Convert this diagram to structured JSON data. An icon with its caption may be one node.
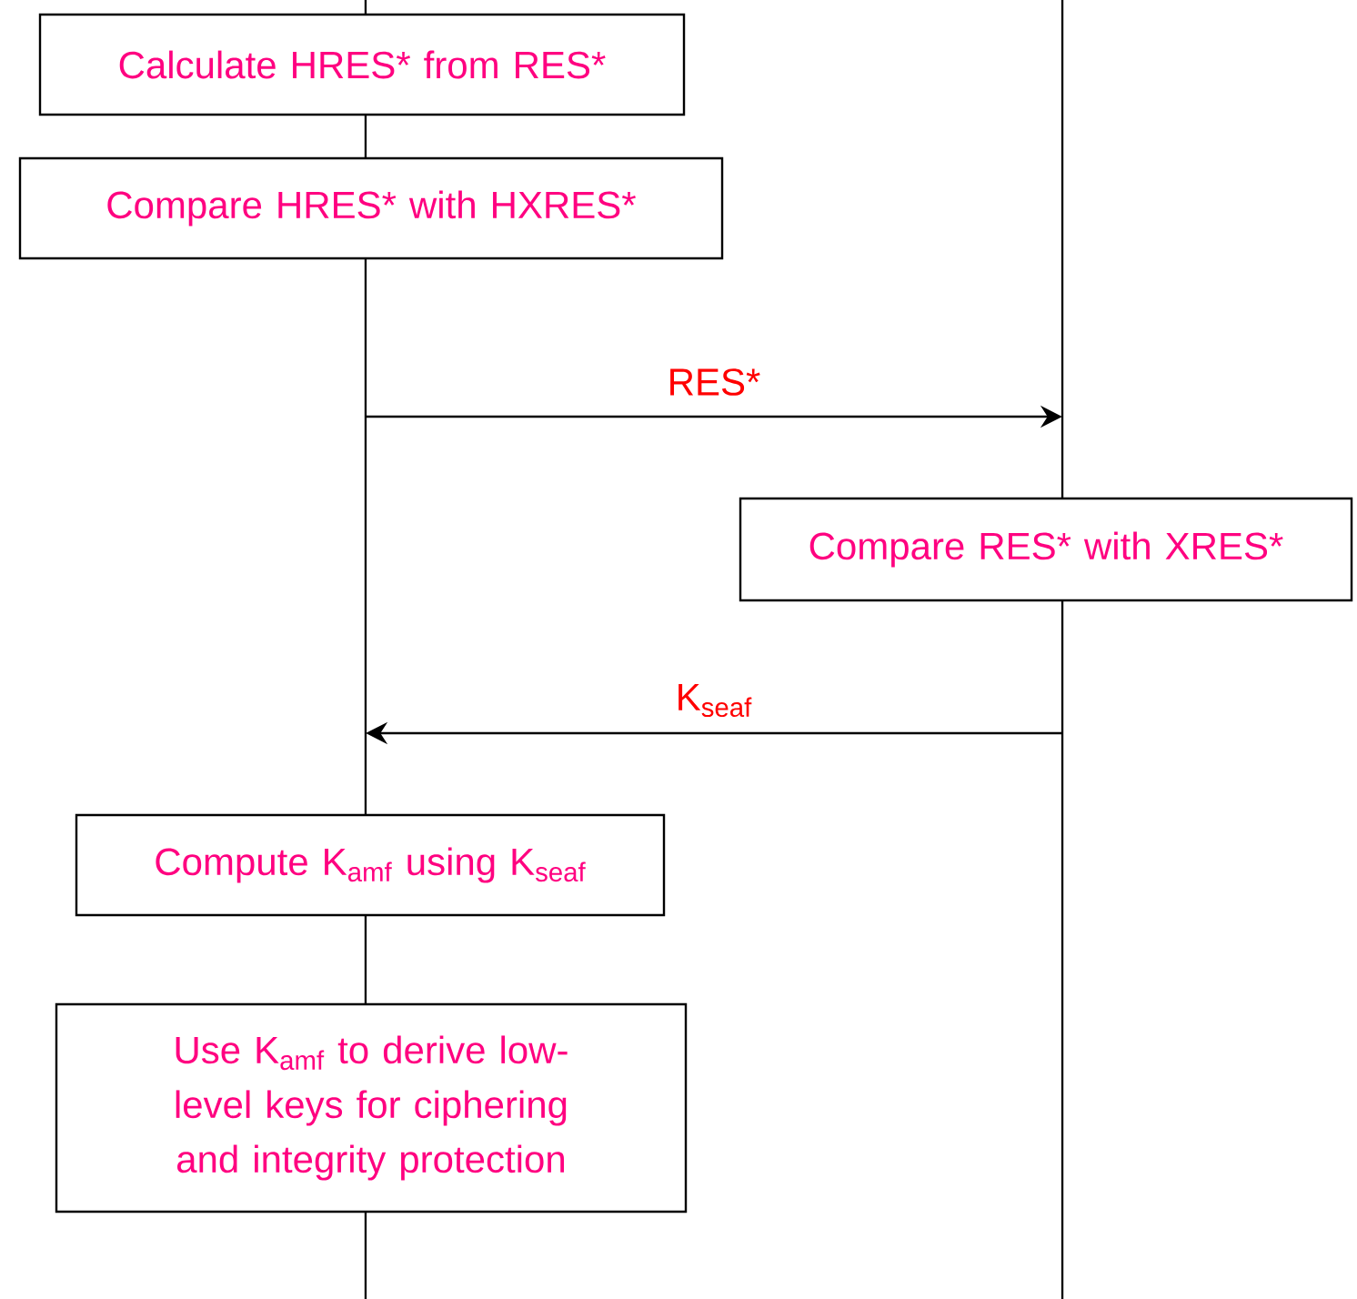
{
  "diagram": {
    "nodes": [
      {
        "text": [
          "Calculate HRES* from RES*"
        ]
      },
      {
        "text": [
          "Compare HRES* with HXRES*"
        ]
      },
      {
        "text": [
          "Compare RES* with XRES*"
        ]
      },
      {
        "text": [
          "Compute K$_{amf}$ using K$_{seaf}$"
        ]
      },
      {
        "text": [
          "Use K$_{amf}$ to derive low-level keys for ciphering and integrity protection"
        ]
      },
      {
        "text": [],
        "shape": "line"
      },
      {
        "text": [],
        "shape": "line"
      }
    ],
    "edges": [
      {
        "from": 5,
        "to": 6,
        "arrow": "to",
        "label": "RES*"
      },
      {
        "from": 6,
        "to": 5,
        "arrow": "to",
        "label": "K$_{seaf}$"
      }
    ]
  }
}
